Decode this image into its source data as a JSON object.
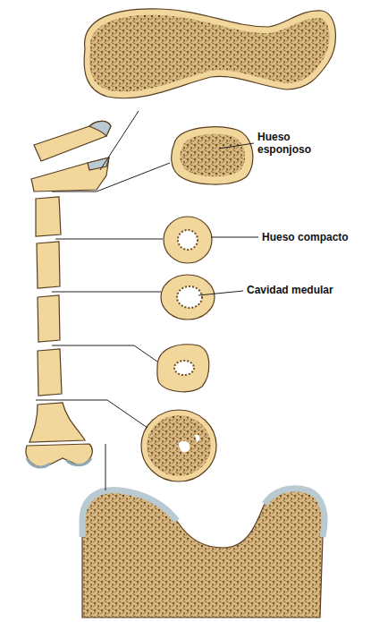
{
  "diagram": {
    "labels": [
      "Hueso esponjoso",
      "Hueso compacto",
      "Cavidad medular"
    ]
  }
}
